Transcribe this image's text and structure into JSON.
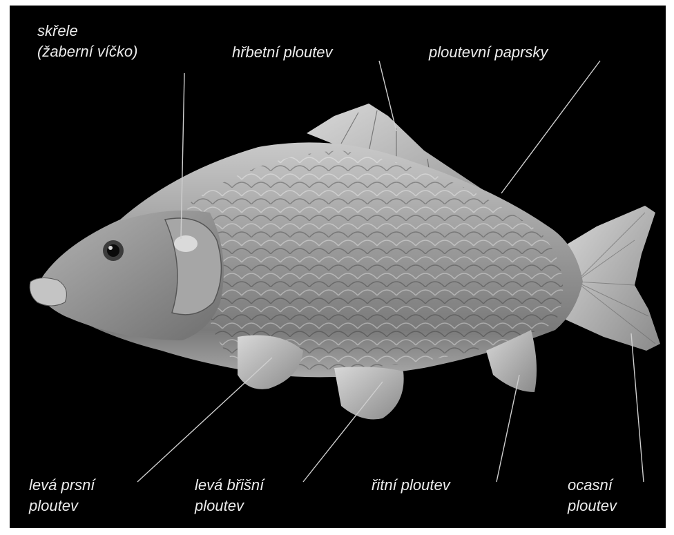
{
  "colors": {
    "background": "#000000",
    "label_text": "#ececec",
    "leader_line": "#cfcfcf",
    "fish_body": "#8f8f8f"
  },
  "labels": {
    "gill_cover": [
      "skřele",
      "(žaberní víčko)"
    ],
    "dorsal_fin": [
      "hřbetní ploutev"
    ],
    "fin_rays": [
      "ploutevní paprsky"
    ],
    "pectoral_fin": [
      "levá prsní",
      "ploutev"
    ],
    "pelvic_fin": [
      "levá břišní",
      "ploutev"
    ],
    "anal_fin": [
      "řitní ploutev"
    ],
    "tail_fin": [
      "ocasní",
      "ploutev"
    ]
  }
}
